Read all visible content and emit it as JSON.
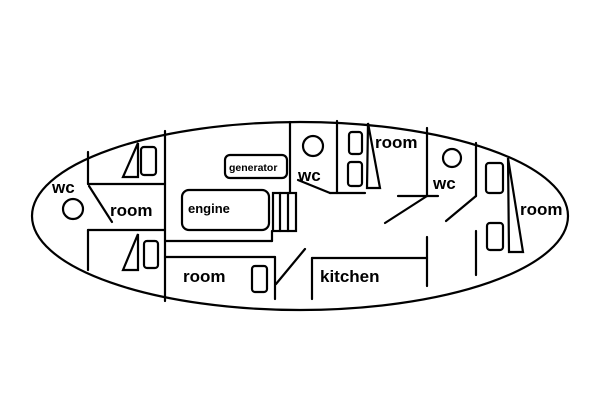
{
  "diagram": {
    "background": "#ffffff",
    "stroke_color": "#000000",
    "labels": {
      "wc_left": "wc",
      "room_left": "room",
      "room_bottom": "room",
      "engine": "engine",
      "generator": "generator",
      "wc_mid": "wc",
      "room_top": "room",
      "wc_right": "wc",
      "room_right": "room",
      "kitchen": "kitchen"
    }
  }
}
